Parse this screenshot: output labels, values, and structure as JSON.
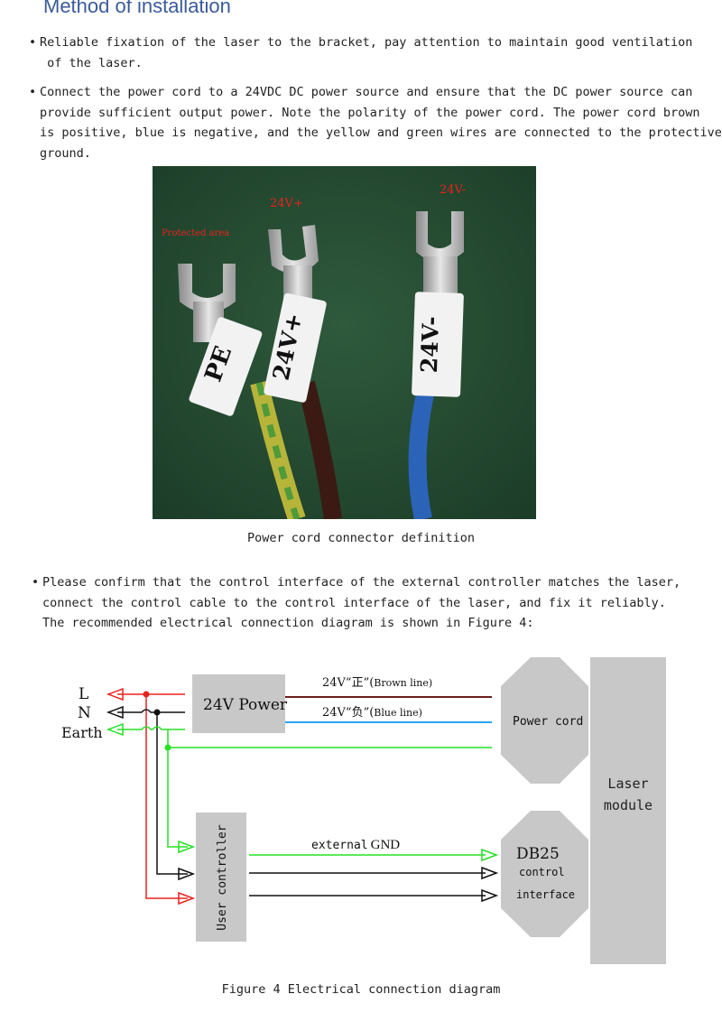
{
  "heading": "Method of installation",
  "bullets": {
    "b1": [
      "Reliable fixation of the laser to the bracket, pay attention to maintain good ventilation",
      " of the laser."
    ],
    "b2": [
      "Connect the power cord to a 24VDC DC power source and ensure that the DC power source can",
      "provide sufficient output power. Note the polarity of the power cord. The power cord brown",
      "is positive, blue is negative, and the yellow and green wires are connected to the protective",
      "ground."
    ],
    "b3": [
      "Please confirm that the control interface of the external controller matches the laser,",
      "connect the control cable to the control interface of the laser, and fix it reliably.",
      "The recommended electrical connection diagram is shown in Figure 4:"
    ]
  },
  "photo": {
    "label_protected": "Protected area",
    "label_pos": "24V+",
    "label_neg": "24V-",
    "sleeve_pe": "PE",
    "sleeve_pos": "24V+",
    "sleeve_neg": "24V-"
  },
  "captions": {
    "photo": "Power cord connector definition",
    "figure": "Figure 4 Electrical connection diagram"
  },
  "diagram": {
    "label_L": "L",
    "label_N": "N",
    "label_earth": "Earth",
    "power_box": "24V Power",
    "brown_line_main": "24V“正”(",
    "brown_line_note": "Brown line)",
    "blue_line_main": "24V“负”(",
    "blue_line_note": "Blue line)",
    "power_cord": "Power cord",
    "laser_module_1": "Laser",
    "laser_module_2": "module",
    "user_controller": "User controller",
    "external_gnd_1": "external",
    "external_gnd_2": "GND",
    "db25": "DB25",
    "db25_sub1": "control",
    "db25_sub2": "interface",
    "colors": {
      "live": "#e8231e",
      "earth": "#27e027",
      "neutral": "#111111",
      "brown": "#6a1f1a",
      "blue": "#2aa6f0",
      "box": "#c8c8c8"
    }
  }
}
